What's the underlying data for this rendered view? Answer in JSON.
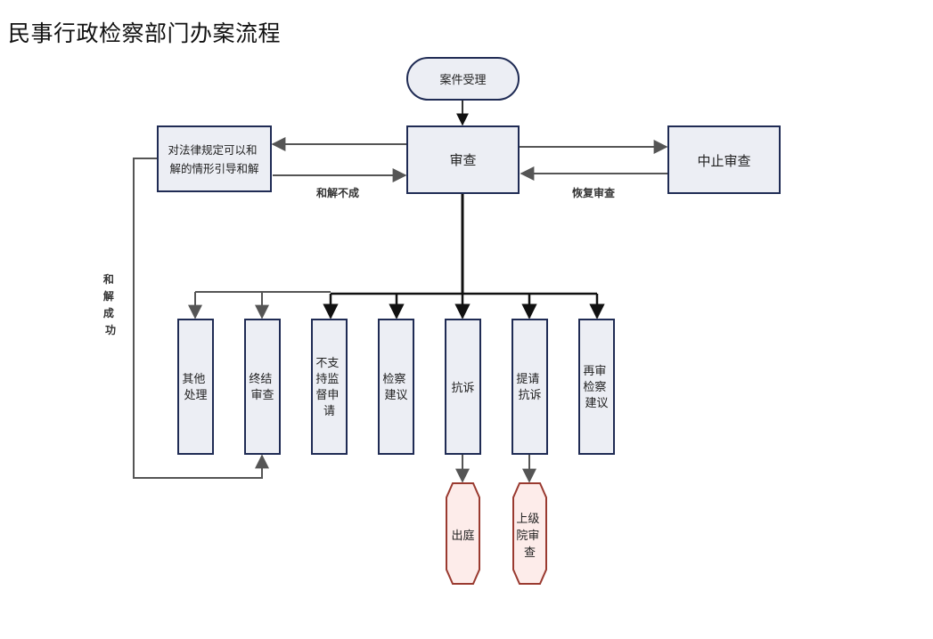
{
  "title": "民事行政检察部门办案流程",
  "colors": {
    "node_fill": "#eceef4",
    "node_stroke": "#1f2b54",
    "end_fill": "#fdecea",
    "end_stroke": "#9a3a30",
    "line": "#555555",
    "main_line": "#111111",
    "text": "#222222"
  },
  "nodes": {
    "start": "案件受理",
    "review": "审查",
    "mediation": [
      "对法律规定可以和",
      "解的情形引导和解"
    ],
    "suspend": "中止审查",
    "other": [
      "其他",
      "处理"
    ],
    "terminate": [
      "终结",
      "审查"
    ],
    "nonsupport": [
      "不支",
      "持监",
      "督申",
      "请"
    ],
    "recommend": [
      "检察",
      "建议"
    ],
    "protest": [
      "抗诉"
    ],
    "request_protest": [
      "提请",
      "抗诉"
    ],
    "retrial": [
      "再审",
      "检察",
      "建议"
    ],
    "court": [
      "出庭"
    ],
    "superior": [
      "上级",
      "院审",
      "查"
    ]
  },
  "edge_labels": {
    "mediation_failed": "和解不成",
    "resume": "恢复审查",
    "mediation_success": [
      "和",
      "解",
      "成",
      "功"
    ]
  }
}
